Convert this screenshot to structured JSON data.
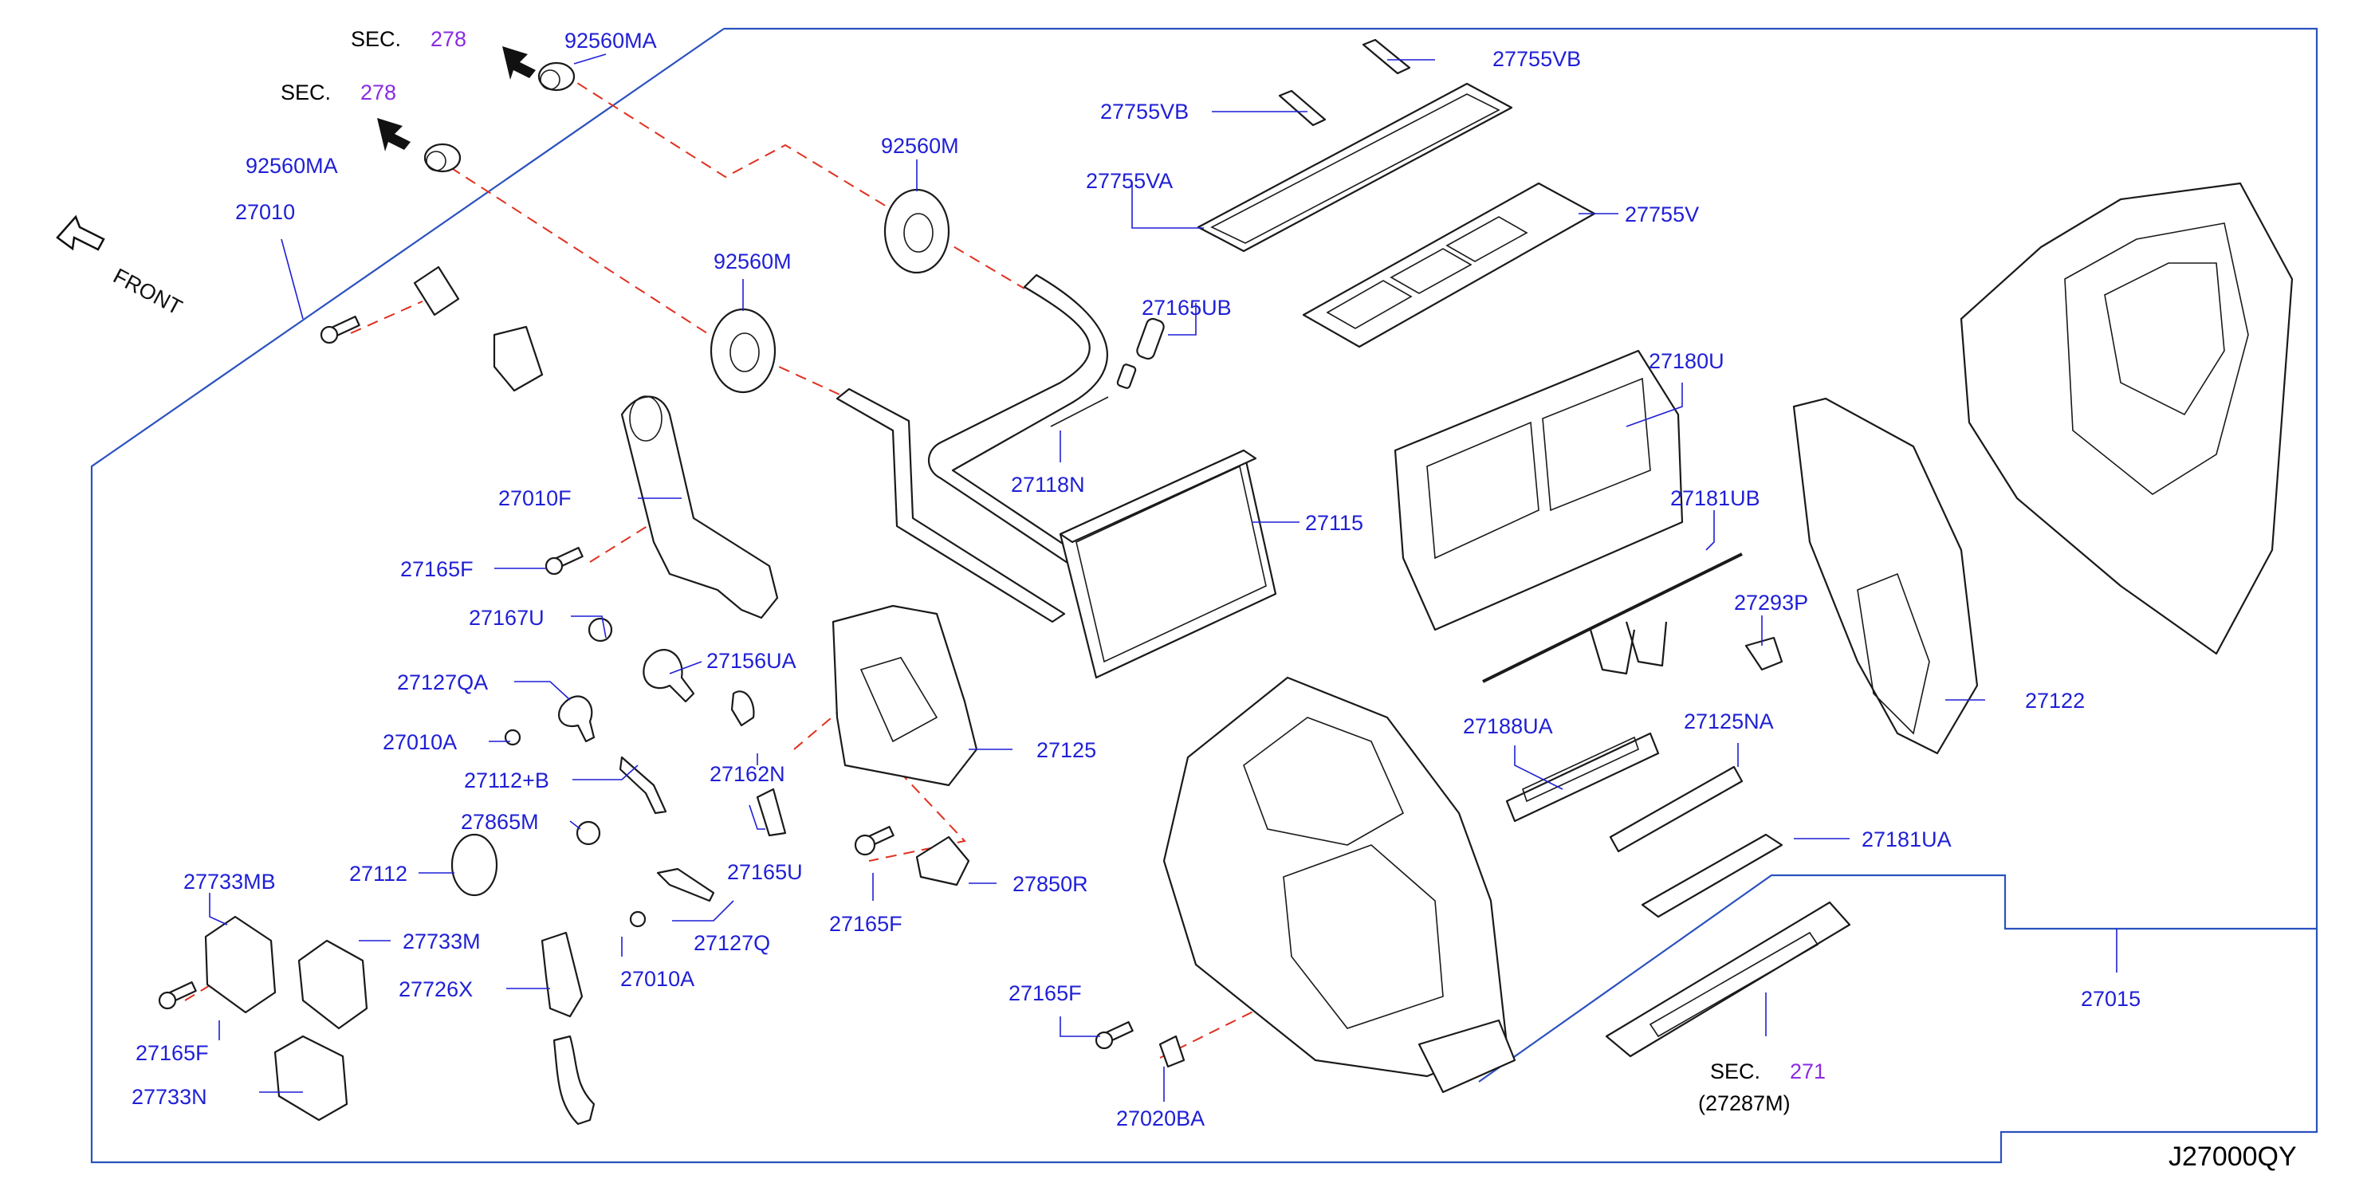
{
  "diagram_id": "J27000QY",
  "front_label": "FRONT",
  "sections": [
    {
      "prefix": "SEC.",
      "num": "278"
    },
    {
      "prefix": "SEC.",
      "num": "278"
    },
    {
      "prefix": "SEC.",
      "num": "271",
      "sub": "(27287M)"
    }
  ],
  "labels": {
    "p92560MA_a": "92560MA",
    "p92560MA_b": "92560MA",
    "p27755VB_a": "27755VB",
    "p27755VB_b": "27755VB",
    "p27755VA": "27755VA",
    "p27755V": "27755V",
    "p92560M_a": "92560M",
    "p92560M_b": "92560M",
    "p27010": "27010",
    "p27165UB": "27165UB",
    "p27180U": "27180U",
    "p27118N": "27118N",
    "p27010F": "27010F",
    "p27115": "27115",
    "p27181UB": "27181UB",
    "p27165F_a": "27165F",
    "p27167U": "27167U",
    "p27293P": "27293P",
    "p27156UA": "27156UA",
    "p27127QA": "27127QA",
    "p27122": "27122",
    "p27010A_a": "27010A",
    "p27125": "27125",
    "p27188UA": "27188UA",
    "p27125NA": "27125NA",
    "p27112B": "27112+B",
    "p27162N": "27162N",
    "p27865M": "27865M",
    "p27181UA": "27181UA",
    "p27733MB": "27733MB",
    "p27112": "27112",
    "p27165U": "27165U",
    "p27850R": "27850R",
    "p27733M": "27733M",
    "p27127Q": "27127Q",
    "p27165F_b": "27165F",
    "p27010A_b": "27010A",
    "p27726X": "27726X",
    "p27165F_c": "27165F",
    "p27015": "27015",
    "p27165F_d": "27165F",
    "p27733N": "27733N",
    "p27020BA": "27020BA"
  }
}
